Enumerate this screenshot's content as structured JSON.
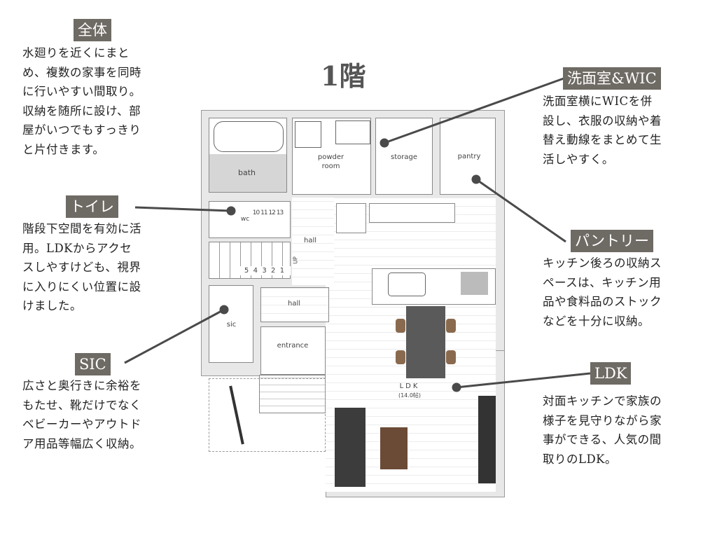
{
  "title": "1階",
  "callouts": {
    "overall": {
      "tag": "全体",
      "text": "水廻りを近くにまと\nめ、複数の家事を同時\nに行いやすい間取り。\n収納を随所に設け、部\n屋がいつでもすっきり\nと片付きます。"
    },
    "toilet": {
      "tag": "トイレ",
      "text": "階段下空間を有効に活\n用。LDKからアクセ\nスしやすけども、視界\nに入りにくい位置に設\nけました。"
    },
    "sic": {
      "tag": "SIC",
      "text": "広さと奥行きに余裕を\nもたせ、靴だけでなく\nベビーカーやアウトド\nア用品等幅広く収納。"
    },
    "wic": {
      "tag": "洗面室&WIC",
      "text": "洗面室横にWICを併\n設し、衣服の収納や着\n替え動線をまとめて生\n活しやすく。"
    },
    "pantry": {
      "tag": "パントリー",
      "text": "キッチン後ろの収納ス\nペースは、キッチン用\n品や食料品のストック\nなどを十分に収納。"
    },
    "ldk": {
      "tag": "LDK",
      "text": "対面キッチンで家族の\n様子を見守りながら家\n事ができる、人気の間\n取りのLDK。"
    }
  },
  "rooms": {
    "bath": "bath",
    "powder": "powder\nroom",
    "storage": "storage",
    "pantry": "pantry",
    "wc": "wc",
    "hall1": "hall",
    "hall2": "hall",
    "sic": "sic",
    "entrance": "entrance",
    "ldk": "LDK",
    "ldk_size": "(14.0帖)",
    "stair_upper": "10 11 12 13",
    "stair_lower": "5  4  3  2  1",
    "up": "UP"
  },
  "colors": {
    "tag_bg": "#6e6a64",
    "line": "#4a4a4a"
  }
}
